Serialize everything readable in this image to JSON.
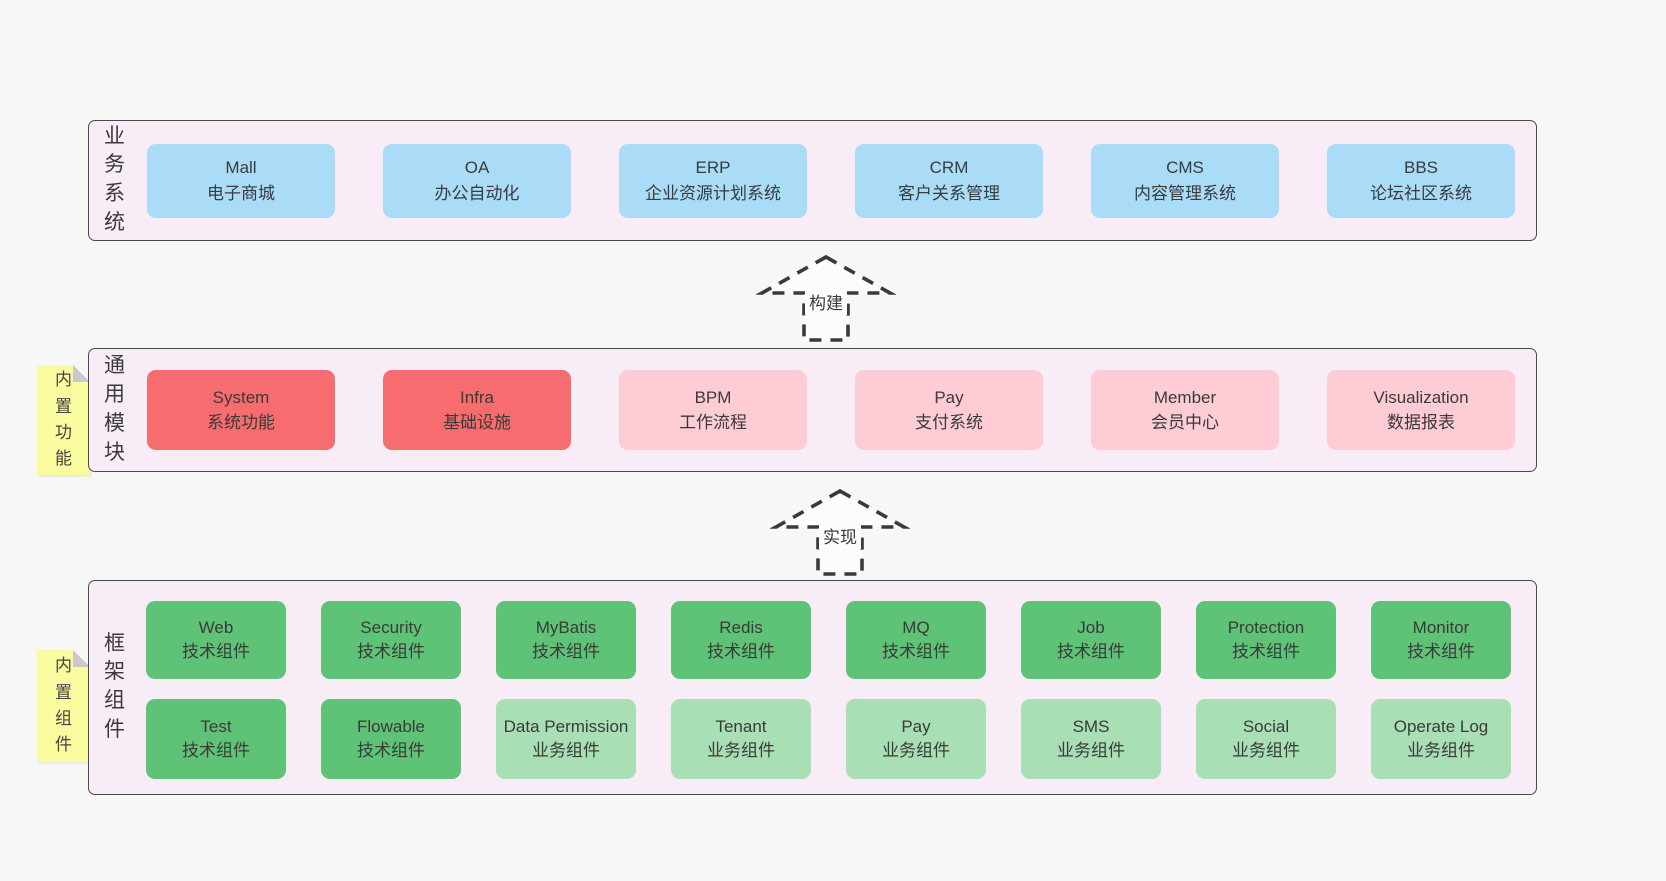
{
  "colors": {
    "page_bg": "#f7f7f7",
    "panel_bg": "#f8edf6",
    "panel_border": "#4a4a4a",
    "blue_box": "#aadcf7",
    "red_box": "#f76c6f",
    "pink_box": "#fdccd5",
    "green_box": "#5fc377",
    "light_green_box": "#a9dfb4",
    "sticky_yellow": "#fafa9e",
    "sticky_fold_gray": "#c9c9c9",
    "text": "#3a3a3a"
  },
  "arrows": [
    {
      "label": "构建"
    },
    {
      "label": "实现"
    }
  ],
  "panels": {
    "business": {
      "label": "业务系统",
      "boxes": [
        {
          "title": "Mall",
          "subtitle": "电子商城"
        },
        {
          "title": "OA",
          "subtitle": "办公自动化"
        },
        {
          "title": "ERP",
          "subtitle": "企业资源计划系统"
        },
        {
          "title": "CRM",
          "subtitle": "客户关系管理"
        },
        {
          "title": "CMS",
          "subtitle": "内容管理系统"
        },
        {
          "title": "BBS",
          "subtitle": "论坛社区系统"
        }
      ]
    },
    "modules": {
      "label": "通用模块",
      "sticky": "内置功能",
      "boxes": [
        {
          "title": "System",
          "subtitle": "系统功能"
        },
        {
          "title": "Infra",
          "subtitle": "基础设施"
        },
        {
          "title": "BPM",
          "subtitle": "工作流程"
        },
        {
          "title": "Pay",
          "subtitle": "支付系统"
        },
        {
          "title": "Member",
          "subtitle": "会员中心"
        },
        {
          "title": "Visualization",
          "subtitle": "数据报表"
        }
      ]
    },
    "framework": {
      "label": "框架组件",
      "sticky": "内置组件",
      "row1": [
        {
          "title": "Web",
          "subtitle": "技术组件"
        },
        {
          "title": "Security",
          "subtitle": "技术组件"
        },
        {
          "title": "MyBatis",
          "subtitle": "技术组件"
        },
        {
          "title": "Redis",
          "subtitle": "技术组件"
        },
        {
          "title": "MQ",
          "subtitle": "技术组件"
        },
        {
          "title": "Job",
          "subtitle": "技术组件"
        },
        {
          "title": "Protection",
          "subtitle": "技术组件"
        },
        {
          "title": "Monitor",
          "subtitle": "技术组件"
        }
      ],
      "row2": [
        {
          "title": "Test",
          "subtitle": "技术组件"
        },
        {
          "title": "Flowable",
          "subtitle": "技术组件"
        },
        {
          "title": "Data Permission",
          "subtitle": "业务组件"
        },
        {
          "title": "Tenant",
          "subtitle": "业务组件"
        },
        {
          "title": "Pay",
          "subtitle": "业务组件"
        },
        {
          "title": "SMS",
          "subtitle": "业务组件"
        },
        {
          "title": "Social",
          "subtitle": "业务组件"
        },
        {
          "title": "Operate Log",
          "subtitle": "业务组件"
        }
      ]
    }
  }
}
